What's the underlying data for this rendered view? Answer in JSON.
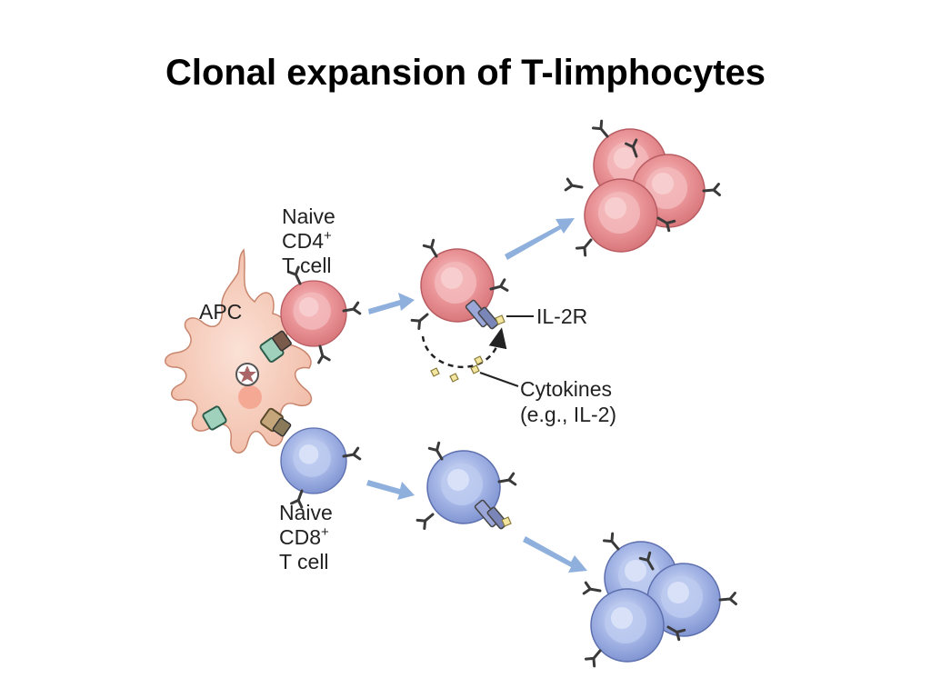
{
  "slide": {
    "title": "Clonal expansion of T-limphocytes"
  },
  "labels": {
    "apc": "APC",
    "cd4_line1": "Naive",
    "cd4_line2": "CD4",
    "cd4_sup": "+",
    "cd4_line3": "T cell",
    "cd8_line1": "Naive",
    "cd8_line2": "CD8",
    "cd8_sup": "+",
    "cd8_line3": "T cell",
    "il2r": "IL-2R",
    "cytokines_line1": "Cytokines",
    "cytokines_line2": "(e.g., IL-2)"
  },
  "colors": {
    "cd4_cell": "#e88a8e",
    "cd4_nucleus": "#f0b2b4",
    "cd8_cell": "#93a6dc",
    "cd8_nucleus": "#b9c6ee",
    "apc_cell": "#f6cdbd",
    "arrow": "#8fb0dc",
    "receptor": "#3a3a3a"
  }
}
